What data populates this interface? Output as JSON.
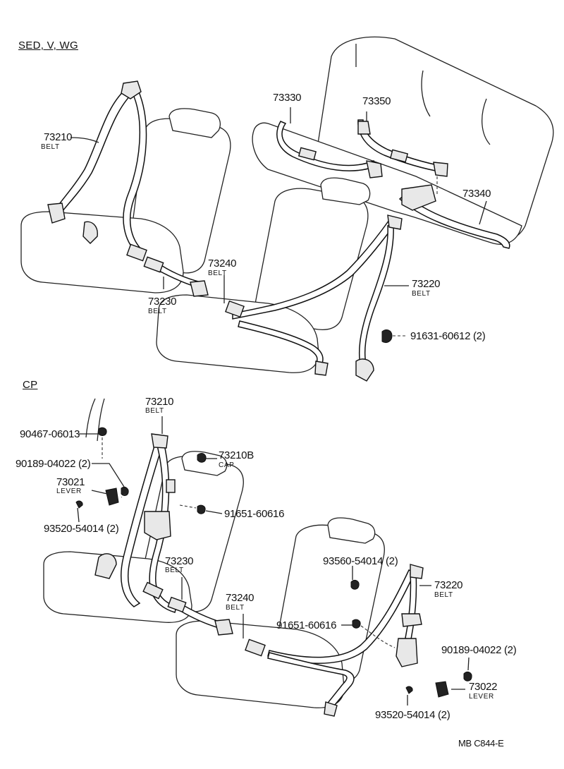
{
  "sections": {
    "sed": "SED, V, WG",
    "cp": "CP"
  },
  "labels": {
    "sed_73210": "73210",
    "sed_73210_sub": "BELT",
    "sed_73330": "73330",
    "sed_73350": "73350",
    "sed_73340": "73340",
    "sed_73240": "73240",
    "sed_73240_sub": "BELT",
    "sed_73230": "73230",
    "sed_73230_sub": "BELT",
    "sed_73220": "73220",
    "sed_73220_sub": "BELT",
    "sed_91631": "91631-60612 (2)",
    "cp_73210": "73210",
    "cp_73210_sub": "BELT",
    "cp_90467": "90467-06013",
    "cp_73210b": "73210B",
    "cp_73210b_sub": "CAP",
    "cp_90189_left": "90189-04022 (2)",
    "cp_73021": "73021",
    "cp_73021_sub": "LEVER",
    "cp_91651_upper": "91651-60616",
    "cp_93520_left": "93520-54014 (2)",
    "cp_73230": "73230",
    "cp_73230_sub": "BELT",
    "cp_93560": "93560-54014 (2)",
    "cp_73220": "73220",
    "cp_73220_sub": "BELT",
    "cp_73240": "73240",
    "cp_73240_sub": "BELT",
    "cp_91651_lower": "91651-60616",
    "cp_90189_right": "90189-04022 (2)",
    "cp_73022": "73022",
    "cp_73022_sub": "LEVER",
    "cp_93520_right": "93520-54014 (2)"
  },
  "footer": {
    "code": "MB  C844-E"
  }
}
